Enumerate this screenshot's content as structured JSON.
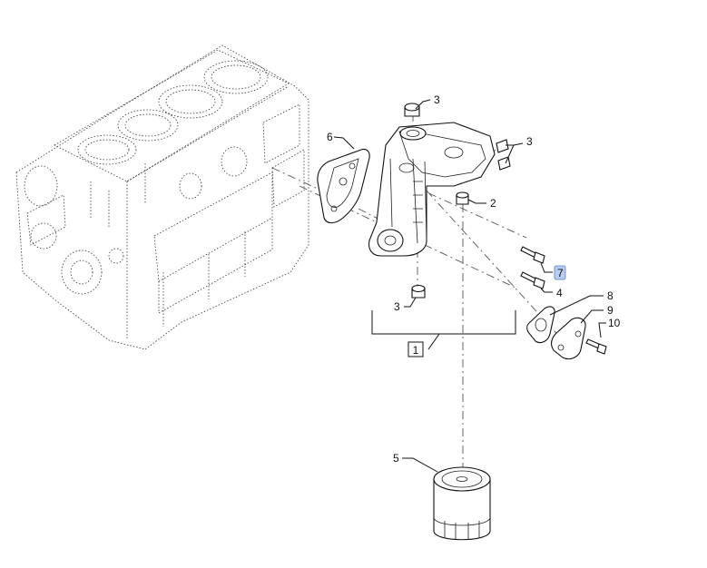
{
  "callouts": {
    "c1": "1",
    "c2": "2",
    "c3a": "3",
    "c3b": "3",
    "c3c": "3",
    "c4": "4",
    "c5": "5",
    "c6": "6",
    "c7": "7",
    "c8": "8",
    "c9": "9",
    "c10": "10"
  },
  "colors": {
    "highlight": "#b9cdf2",
    "line": "#111111"
  }
}
